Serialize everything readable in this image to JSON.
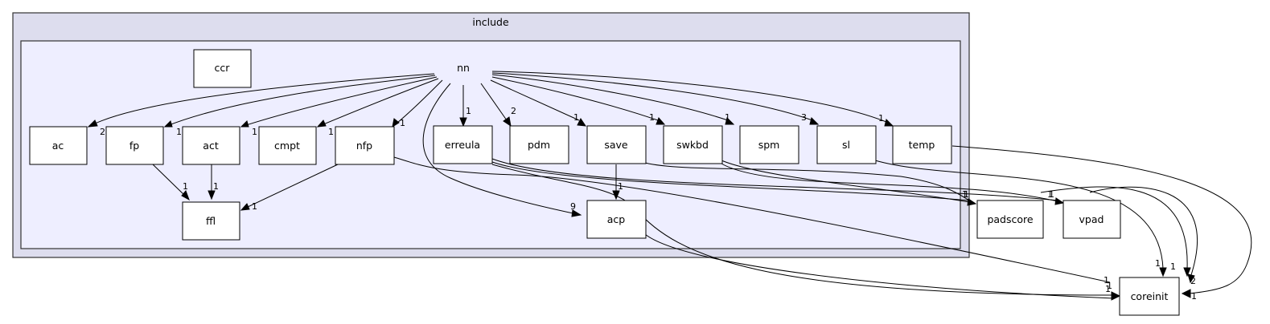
{
  "clusters": {
    "outer": {
      "label": "include"
    }
  },
  "nodes": {
    "nn": "nn",
    "ccr": "ccr",
    "ac": "ac",
    "fp": "fp",
    "act": "act",
    "cmpt": "cmpt",
    "nfp": "nfp",
    "erreula": "erreula",
    "pdm": "pdm",
    "save": "save",
    "swkbd": "swkbd",
    "spm": "spm",
    "sl": "sl",
    "temp": "temp",
    "ffl": "ffl",
    "acp": "acp",
    "padscore": "padscore",
    "vpad": "vpad",
    "coreinit": "coreinit"
  },
  "edge_labels": {
    "nn_ac": "2",
    "nn_fp": "1",
    "nn_act": "1",
    "nn_cmpt": "1",
    "nn_nfp": "1",
    "nn_erreula": "1",
    "nn_pdm": "2",
    "nn_save": "1",
    "nn_swkbd": "1",
    "nn_spm": "1",
    "nn_sl": "3",
    "nn_temp": "1",
    "nn_acp": "9",
    "fp_ffl": "1",
    "act_ffl": "1",
    "nfp_ffl": "1",
    "save_acp": "1",
    "padscore_a": "1",
    "padscore_b": "1",
    "vpad_a": "1",
    "vpad_b": "1",
    "coreinit_a": "1",
    "coreinit_b": "1",
    "coreinit_c": "1",
    "coreinit_d": "1",
    "coreinit_e": "2",
    "coreinit_f": "1",
    "coreinit_g": "1"
  }
}
